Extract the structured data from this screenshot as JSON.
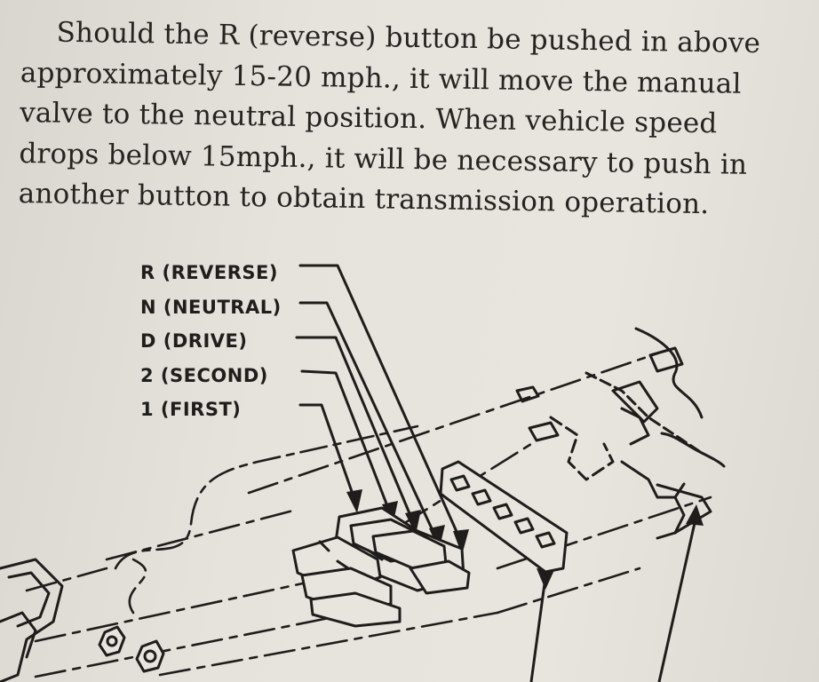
{
  "paragraph": {
    "lines": [
      "Should the R (reverse) button be pushed in above",
      "approximately 15-20 mph., it will move the manual",
      "valve to the neutral position. When vehicle speed",
      "drops below 15mph., it will be necessary to push in",
      "another button to obtain transmission operation."
    ]
  },
  "figure": {
    "callouts": [
      "R (REVERSE)",
      "N (NEUTRAL)",
      "D (DRIVE)",
      "2 (SECOND)",
      "1 (FIRST)"
    ]
  }
}
